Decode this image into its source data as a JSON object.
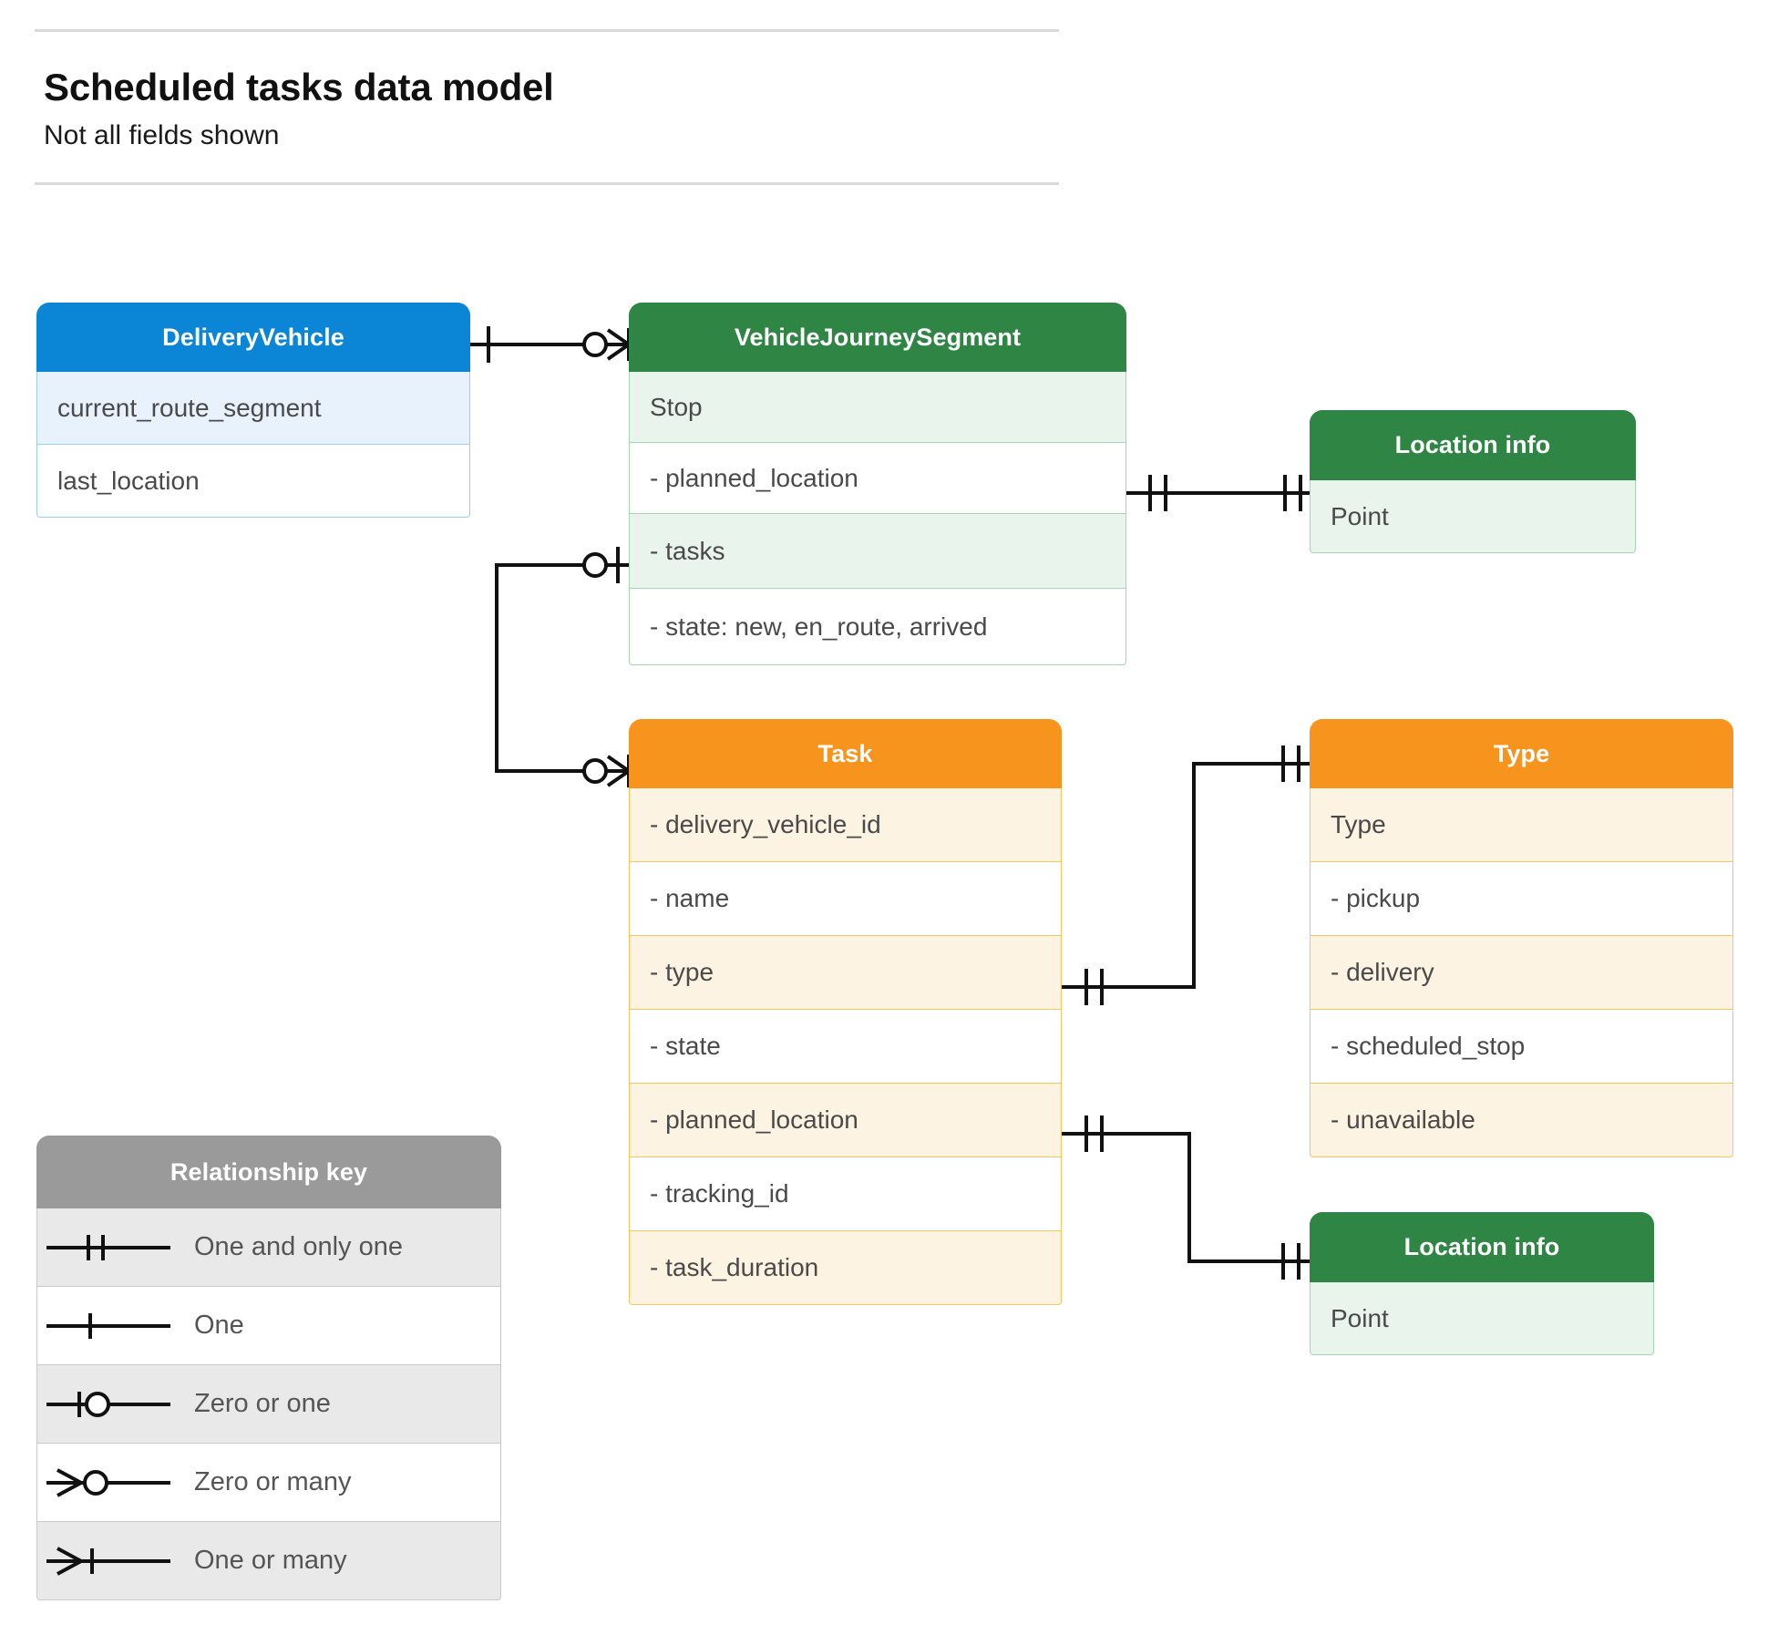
{
  "header": {
    "title": "Scheduled tasks data model",
    "subtitle": "Not all fields shown"
  },
  "entities": {
    "delivery_vehicle": {
      "title": "DeliveryVehicle",
      "color": "#0b85d6",
      "rows": [
        "current_route_segment",
        "last_location"
      ]
    },
    "vehicle_journey_segment": {
      "title": "VehicleJourneySegment",
      "color": "#2f8544",
      "rows": [
        "Stop",
        "-  planned_location",
        "- tasks",
        "- state: new, en_route, arrived"
      ]
    },
    "location_info_top": {
      "title": "Location info",
      "color": "#2f8544",
      "rows": [
        "Point"
      ]
    },
    "task": {
      "title": "Task",
      "color": "#f7941e",
      "rows": [
        "- delivery_vehicle_id",
        "- name",
        "- type",
        "- state",
        "- planned_location",
        "- tracking_id",
        "- task_duration"
      ]
    },
    "type": {
      "title": "Type",
      "color": "#f7941e",
      "rows": [
        "Type",
        "-   pickup",
        "-   delivery",
        "-   scheduled_stop",
        "-   unavailable"
      ]
    },
    "location_info_bottom": {
      "title": "Location info",
      "color": "#2f8544",
      "rows": [
        "Point"
      ]
    }
  },
  "legend": {
    "title": "Relationship key",
    "color": "#9a9a9a",
    "items": [
      {
        "symbol": "one-and-only-one",
        "label": "One and only one"
      },
      {
        "symbol": "one",
        "label": "One"
      },
      {
        "symbol": "zero-or-one",
        "label": "Zero or one"
      },
      {
        "symbol": "zero-or-many",
        "label": "Zero or many"
      },
      {
        "symbol": "one-or-many",
        "label": "One or many"
      }
    ]
  },
  "relationships": [
    {
      "from": "DeliveryVehicle",
      "from_cardinality": "one",
      "to": "VehicleJourneySegment",
      "to_cardinality": "zero-or-many"
    },
    {
      "from": "VehicleJourneySegment.planned_location",
      "from_cardinality": "one-and-only-one",
      "to": "Location info",
      "to_cardinality": "one-and-only-one"
    },
    {
      "from": "VehicleJourneySegment.tasks",
      "from_cardinality": "zero-or-one",
      "to": "Task",
      "to_cardinality": "zero-or-many"
    },
    {
      "from": "Task.type",
      "from_cardinality": "one-and-only-one",
      "to": "Type",
      "to_cardinality": "one-and-only-one"
    },
    {
      "from": "Task.planned_location",
      "from_cardinality": "one-and-only-one",
      "to": "Location info",
      "to_cardinality": "one-and-only-one"
    }
  ]
}
